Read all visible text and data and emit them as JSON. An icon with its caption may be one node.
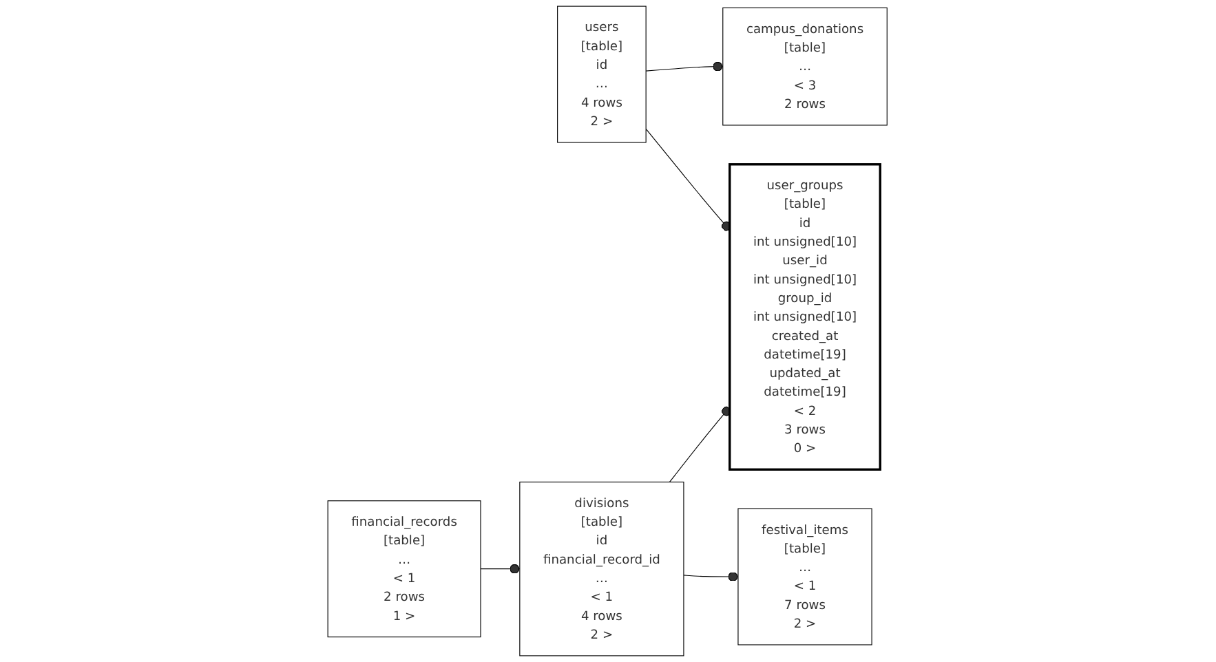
{
  "diagram": {
    "nodes": [
      {
        "text": [
          "campus_donations",
          "[table]",
          "…",
          "< 3",
          "2 rows"
        ]
      },
      {
        "text": [
          "users",
          "[table]",
          "id",
          "…",
          "4 rows",
          "2 >"
        ]
      },
      {
        "text": [
          "user_groups",
          "[table]",
          "id",
          "int unsigned[10]",
          "user_id",
          "int unsigned[10]",
          "group_id",
          "int unsigned[10]",
          "created_at",
          "datetime[19]",
          "updated_at",
          "datetime[19]",
          "< 2",
          "3 rows",
          "0 >"
        ]
      },
      {
        "text": [
          "financial_records",
          "[table]",
          "…",
          "< 1",
          "2 rows",
          "1 >"
        ]
      },
      {
        "text": [
          "divisions",
          "[table]",
          "id",
          "financial_record_id",
          "…",
          "< 1",
          "4 rows",
          "2 >"
        ]
      },
      {
        "text": [
          "festival_items",
          "[table]",
          "…",
          "< 1",
          "7 rows",
          "2 >"
        ]
      }
    ],
    "edges": [
      {
        "from": 1,
        "to": 0,
        "arrow": "other"
      },
      {
        "from": 1,
        "to": 2,
        "arrow": "other"
      },
      {
        "from": 4,
        "to": 2,
        "arrow": "other"
      },
      {
        "from": 4,
        "to": 5,
        "arrow": "other"
      },
      {
        "from": 3,
        "to": 4,
        "arrow": "other"
      }
    ]
  }
}
